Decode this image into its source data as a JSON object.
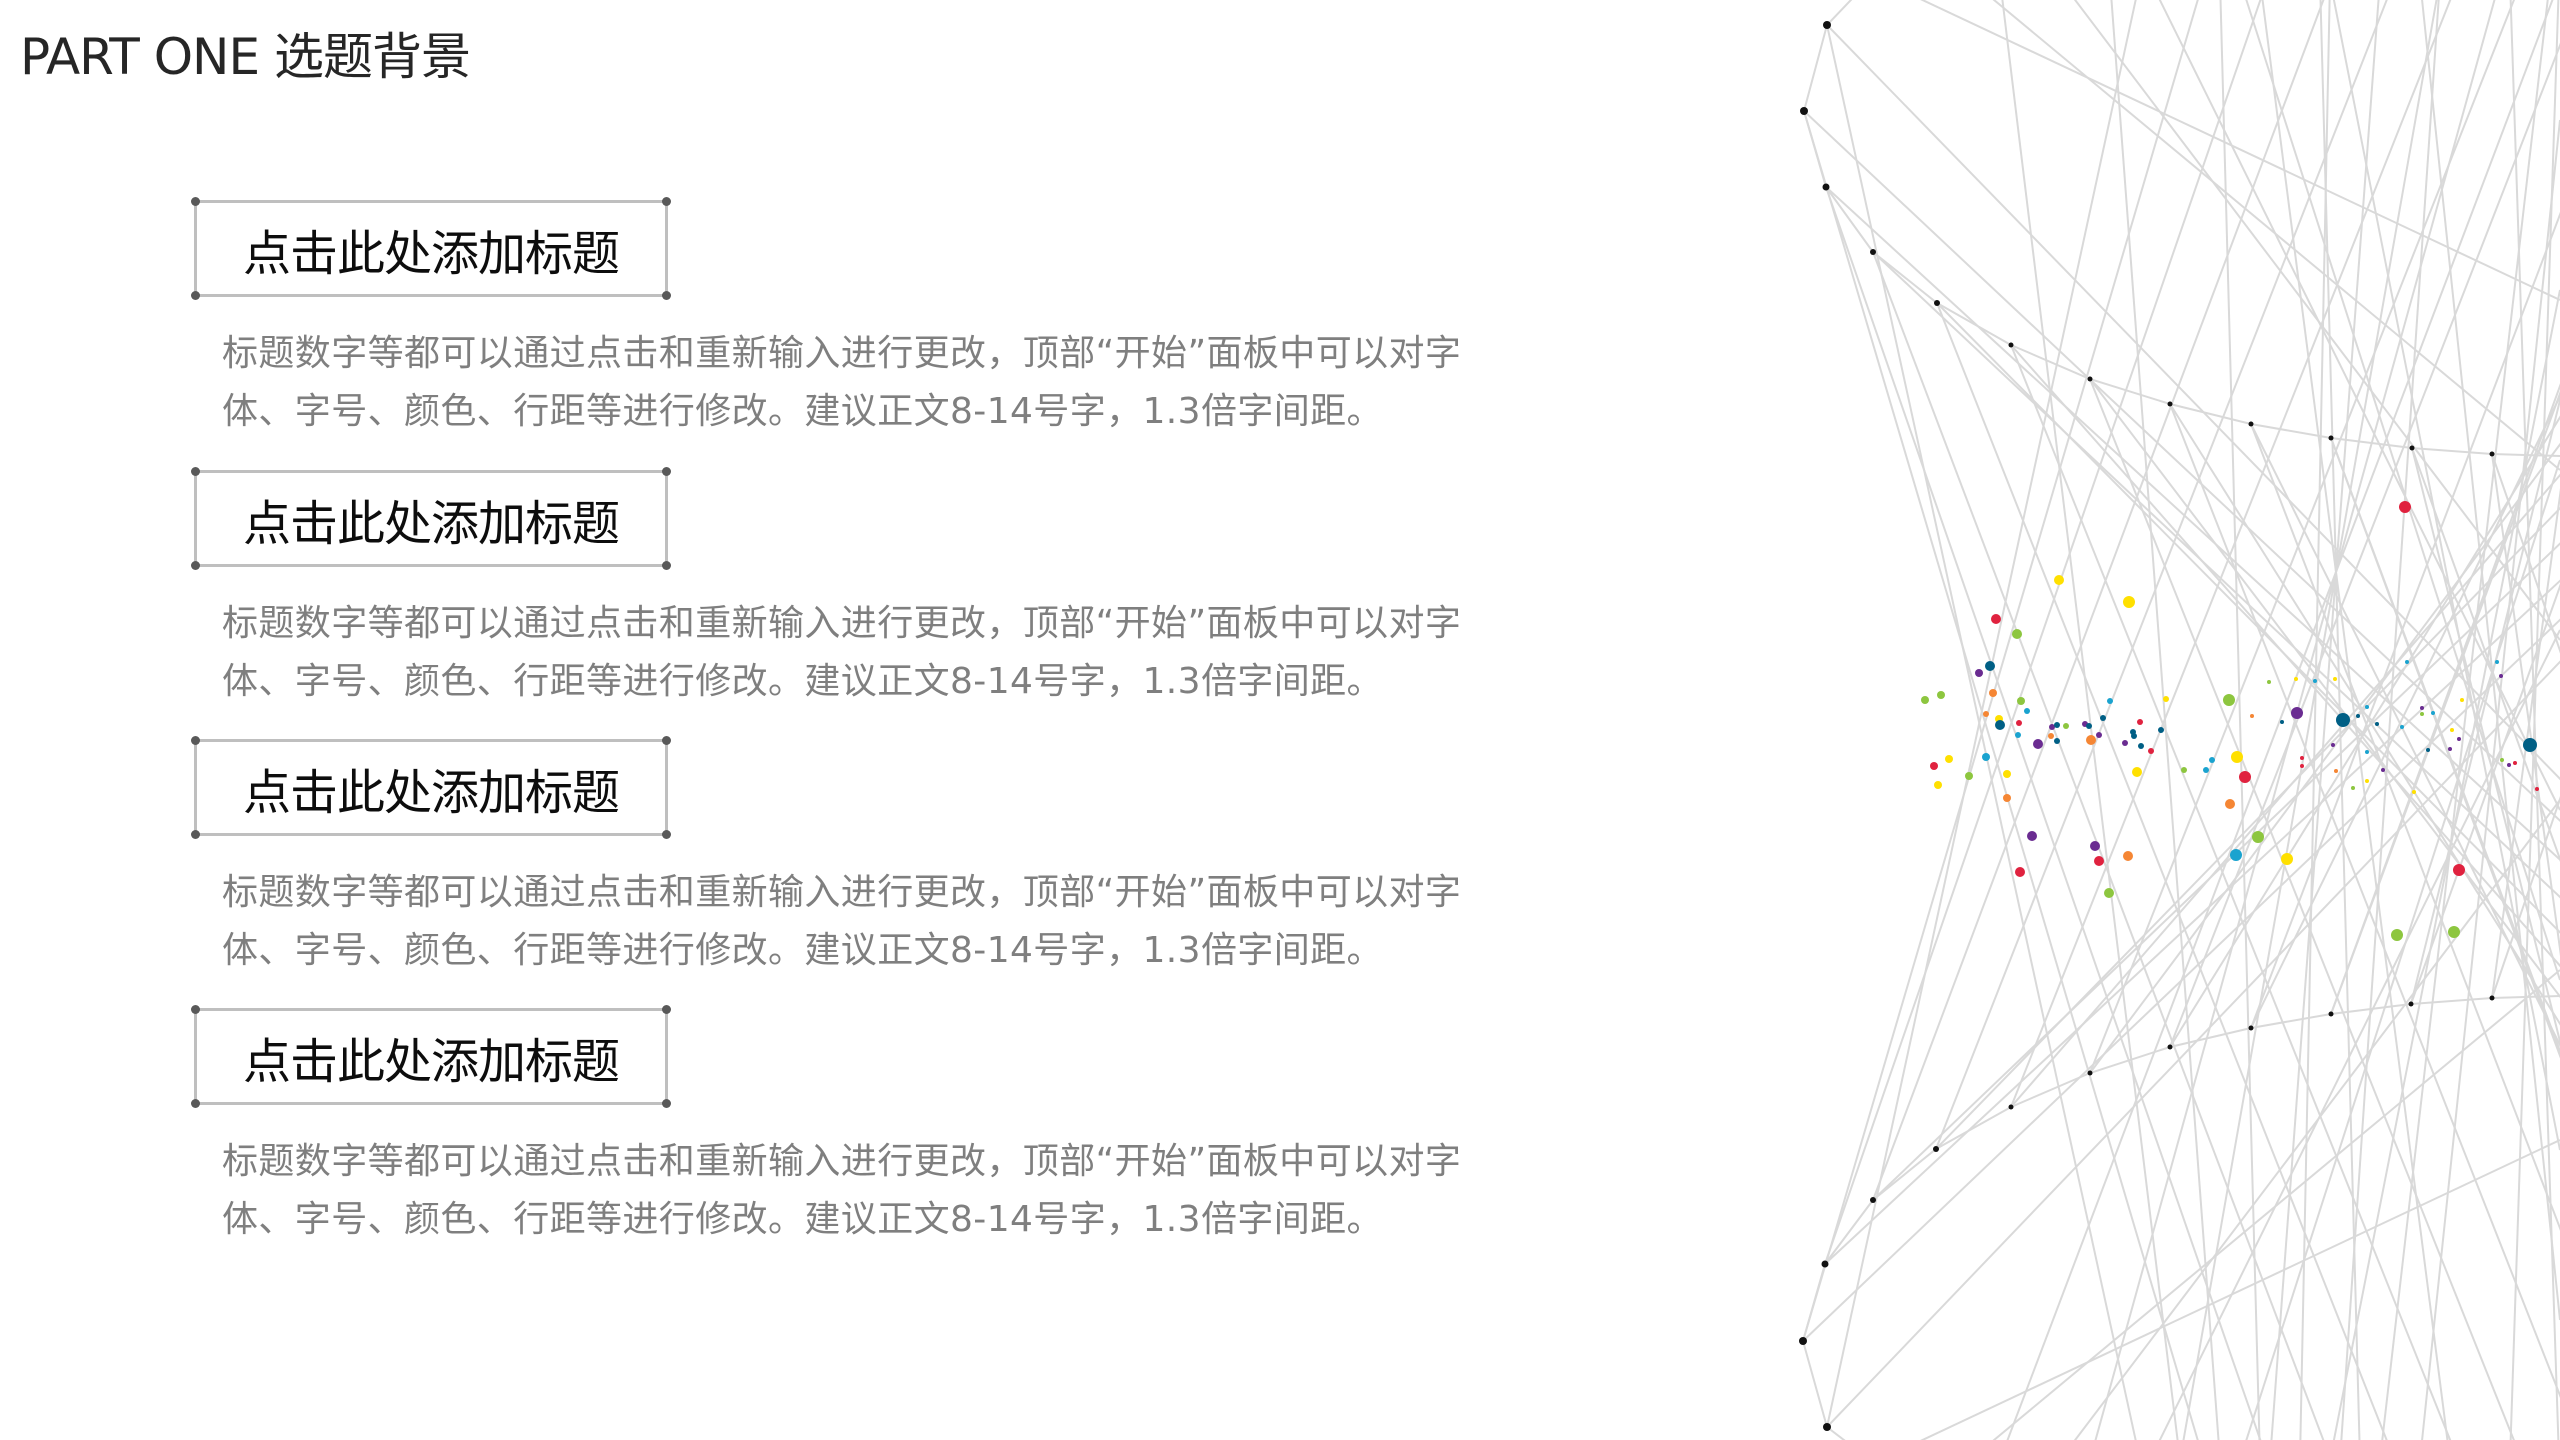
{
  "header": {
    "title": "PART ONE 选题背景"
  },
  "sections": [
    {
      "title": "点击此处添加标题",
      "desc_line1": "标题数字等都可以通过点击和重新输入进行更改，顶部“开始”面板中可以对字",
      "desc_line2": "体、字号、颜色、行距等进行修改。建议正文8-14号字，1.3倍字间距。"
    },
    {
      "title": "点击此处添加标题",
      "desc_line1": "标题数字等都可以通过点击和重新输入进行更改，顶部“开始”面板中可以对字",
      "desc_line2": "体、字号、颜色、行距等进行修改。建议正文8-14号字，1.3倍字间距。"
    },
    {
      "title": "点击此处添加标题",
      "desc_line1": "标题数字等都可以通过点击和重新输入进行更改，顶部“开始”面板中可以对字",
      "desc_line2": "体、字号、颜色、行距等进行修改。建议正文8-14号字，1.3倍字间距。"
    },
    {
      "title": "点击此处添加标题",
      "desc_line1": "标题数字等都可以通过点击和重新输入进行更改，顶部“开始”面板中可以对字",
      "desc_line2": "体、字号、颜色、行距等进行修改。建议正文8-14号字，1.3倍字间距。"
    }
  ],
  "colors": {
    "line": "#d9d9d9",
    "node": "#111111",
    "red": "#e0223f",
    "yellow": "#ffe000",
    "green": "#8dc63f",
    "orange": "#f58634",
    "purple": "#6a2c91",
    "cyan": "#1aa3cf",
    "teal": "#005f85"
  },
  "decor": {
    "nodes": [
      [
        1827,
        25,
        4
      ],
      [
        1804,
        111,
        4
      ],
      [
        1826,
        187,
        3.5
      ],
      [
        1873,
        252,
        3
      ],
      [
        1937,
        303,
        3
      ],
      [
        2011,
        345,
        2.5
      ],
      [
        2090,
        379,
        2.5
      ],
      [
        2170,
        404,
        2.5
      ],
      [
        2251,
        424,
        2.5
      ],
      [
        2331,
        438,
        2.5
      ],
      [
        2412,
        448,
        2.5
      ],
      [
        2492,
        454,
        2.5
      ],
      [
        1827,
        1427,
        4
      ],
      [
        1803,
        1341,
        4
      ],
      [
        1825,
        1264,
        3.5
      ],
      [
        1873,
        1200,
        3
      ],
      [
        1936,
        1149,
        3
      ],
      [
        2011,
        1107,
        2.5
      ],
      [
        2090,
        1073,
        2.5
      ],
      [
        2170,
        1047,
        2.5
      ],
      [
        2251,
        1028,
        2.5
      ],
      [
        2331,
        1014,
        2.5
      ],
      [
        2411,
        1004,
        2.5
      ],
      [
        2492,
        998,
        2.5
      ]
    ],
    "dots": [
      [
        2059,
        580,
        5,
        "yellow"
      ],
      [
        2129,
        602,
        6,
        "yellow"
      ],
      [
        1996,
        619,
        5,
        "red"
      ],
      [
        2017,
        634,
        5,
        "green"
      ],
      [
        1990,
        666,
        5,
        "teal"
      ],
      [
        1979,
        673,
        4,
        "purple"
      ],
      [
        1925,
        700,
        4,
        "green"
      ],
      [
        1941,
        695,
        4,
        "green"
      ],
      [
        1993,
        693,
        4,
        "orange"
      ],
      [
        2021,
        701,
        4,
        "green"
      ],
      [
        2027,
        711,
        3,
        "cyan"
      ],
      [
        1986,
        714,
        3,
        "orange"
      ],
      [
        1999,
        719,
        4,
        "yellow"
      ],
      [
        2000,
        725,
        5,
        "teal"
      ],
      [
        2019,
        723,
        3,
        "red"
      ],
      [
        2018,
        735,
        3,
        "cyan"
      ],
      [
        2038,
        744,
        5,
        "purple"
      ],
      [
        2052,
        727,
        3,
        "purple"
      ],
      [
        2057,
        725,
        3,
        "teal"
      ],
      [
        2066,
        726,
        3,
        "green"
      ],
      [
        2051,
        736,
        3,
        "orange"
      ],
      [
        2057,
        741,
        3,
        "teal"
      ],
      [
        2085,
        724,
        3,
        "purple"
      ],
      [
        2089,
        726,
        3,
        "teal"
      ],
      [
        2091,
        740,
        5,
        "orange"
      ],
      [
        2099,
        735,
        3,
        "purple"
      ],
      [
        2103,
        718,
        3,
        "teal"
      ],
      [
        2110,
        701,
        3,
        "cyan"
      ],
      [
        2140,
        722,
        3,
        "red"
      ],
      [
        2133,
        732,
        3,
        "teal"
      ],
      [
        2134,
        736,
        3,
        "teal"
      ],
      [
        2125,
        743,
        3,
        "purple"
      ],
      [
        2141,
        746,
        3,
        "teal"
      ],
      [
        2151,
        751,
        3,
        "red"
      ],
      [
        2161,
        730,
        3,
        "teal"
      ],
      [
        2166,
        699,
        3,
        "yellow"
      ],
      [
        2137,
        772,
        5,
        "yellow"
      ],
      [
        1986,
        757,
        4,
        "cyan"
      ],
      [
        1934,
        766,
        4,
        "red"
      ],
      [
        1949,
        759,
        4,
        "yellow"
      ],
      [
        1969,
        776,
        4,
        "green"
      ],
      [
        2007,
        774,
        4,
        "yellow"
      ],
      [
        1938,
        785,
        4,
        "yellow"
      ],
      [
        2007,
        798,
        4,
        "orange"
      ],
      [
        2032,
        836,
        5,
        "purple"
      ],
      [
        2095,
        846,
        5,
        "purple"
      ],
      [
        2099,
        861,
        5,
        "red"
      ],
      [
        2128,
        856,
        5,
        "orange"
      ],
      [
        2020,
        872,
        5,
        "red"
      ],
      [
        2109,
        893,
        5,
        "green"
      ],
      [
        2184,
        770,
        3,
        "green"
      ],
      [
        2212,
        760,
        3,
        "cyan"
      ],
      [
        2206,
        770,
        3,
        "cyan"
      ],
      [
        2229,
        700,
        6,
        "green"
      ],
      [
        2237,
        757,
        6,
        "yellow"
      ],
      [
        2245,
        777,
        6,
        "red"
      ],
      [
        2230,
        804,
        5,
        "orange"
      ],
      [
        2258,
        837,
        6,
        "green"
      ],
      [
        2236,
        855,
        6,
        "cyan"
      ],
      [
        2287,
        859,
        6,
        "yellow"
      ],
      [
        2297,
        713,
        6,
        "purple"
      ],
      [
        2405,
        507,
        6,
        "red"
      ],
      [
        2407,
        662,
        2,
        "cyan"
      ],
      [
        2497,
        662,
        2,
        "cyan"
      ],
      [
        2501,
        676,
        2,
        "purple"
      ],
      [
        2296,
        679,
        2,
        "yellow"
      ],
      [
        2315,
        681,
        2,
        "cyan"
      ],
      [
        2335,
        679,
        2,
        "yellow"
      ],
      [
        2269,
        682,
        2,
        "green"
      ],
      [
        2343,
        720,
        7,
        "teal"
      ],
      [
        2367,
        707,
        2,
        "cyan"
      ],
      [
        2358,
        716,
        2,
        "teal"
      ],
      [
        2377,
        724,
        2,
        "teal"
      ],
      [
        2282,
        722,
        2,
        "teal"
      ],
      [
        2422,
        708,
        2,
        "purple"
      ],
      [
        2422,
        714,
        2,
        "green"
      ],
      [
        2433,
        713,
        2,
        "cyan"
      ],
      [
        2402,
        727,
        2,
        "cyan"
      ],
      [
        2462,
        700,
        2,
        "yellow"
      ],
      [
        2452,
        730,
        2,
        "yellow"
      ],
      [
        2459,
        739,
        2,
        "purple"
      ],
      [
        2450,
        749,
        2,
        "purple"
      ],
      [
        2428,
        750,
        2,
        "teal"
      ],
      [
        2530,
        745,
        7,
        "teal"
      ],
      [
        2333,
        745,
        2,
        "purple"
      ],
      [
        2367,
        752,
        2,
        "cyan"
      ],
      [
        2302,
        758,
        2,
        "red"
      ],
      [
        2302,
        766,
        2,
        "red"
      ],
      [
        2502,
        760,
        2,
        "green"
      ],
      [
        2509,
        765,
        2,
        "purple"
      ],
      [
        2515,
        763,
        2,
        "red"
      ],
      [
        2383,
        770,
        2,
        "purple"
      ],
      [
        2336,
        771,
        2,
        "orange"
      ],
      [
        2353,
        788,
        2,
        "green"
      ],
      [
        2367,
        781,
        2,
        "yellow"
      ],
      [
        2414,
        792,
        2,
        "yellow"
      ],
      [
        2537,
        789,
        2,
        "red"
      ],
      [
        2459,
        870,
        6,
        "red"
      ],
      [
        2397,
        935,
        6,
        "green"
      ],
      [
        2454,
        932,
        6,
        "green"
      ],
      [
        2252,
        716,
        2,
        "orange"
      ]
    ]
  }
}
